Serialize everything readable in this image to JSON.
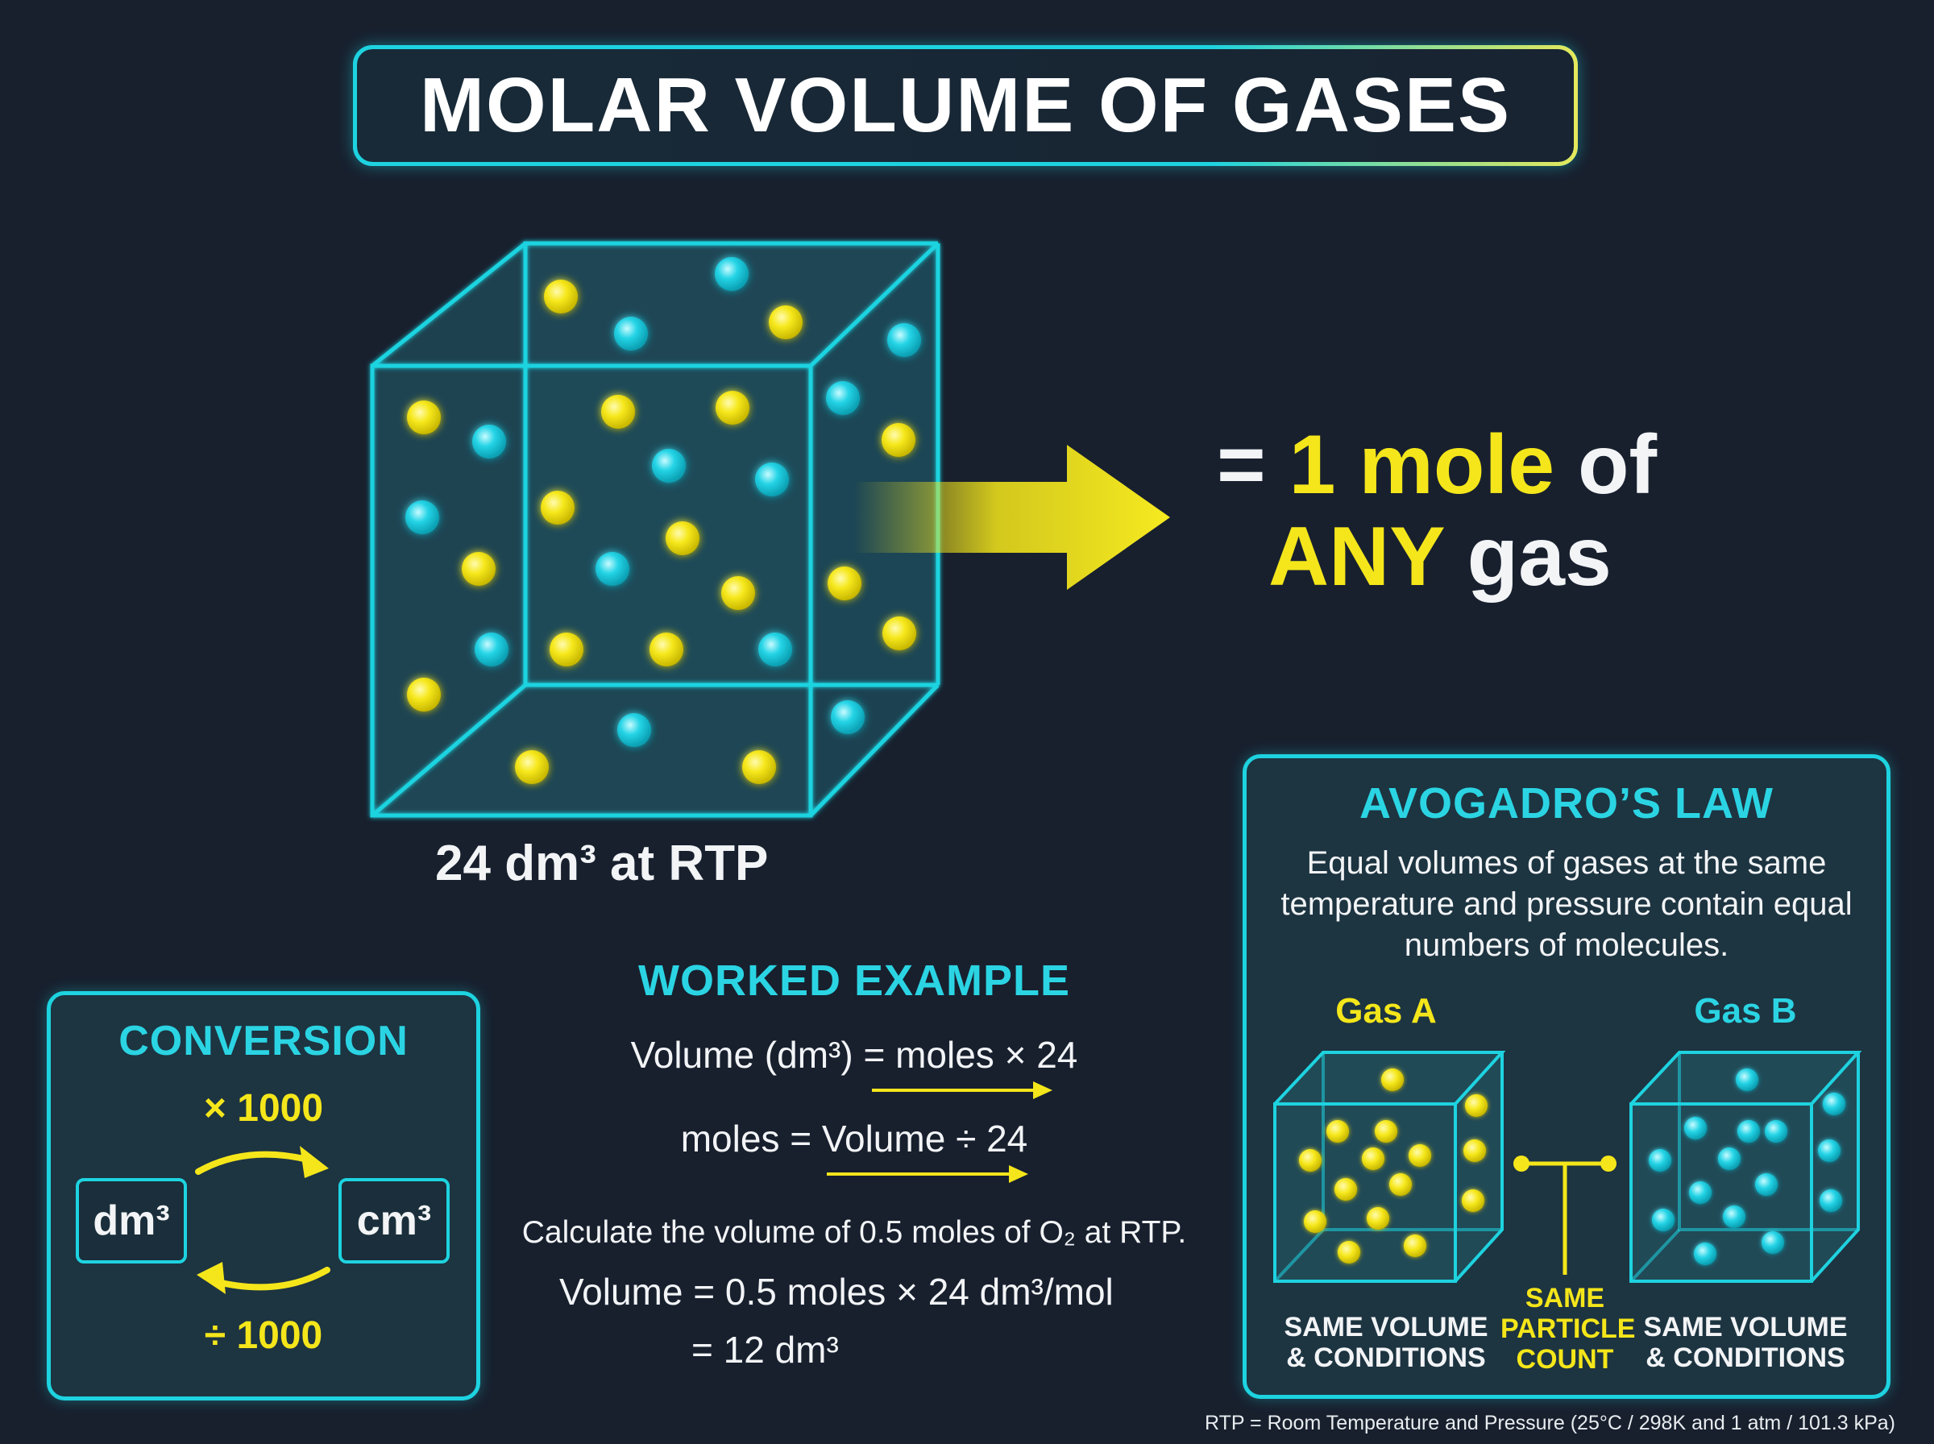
{
  "title": "MOLAR VOLUME OF GASES",
  "main": {
    "box_label": "24 dm³ at RTP",
    "result_equals": "=",
    "result_one_mole": "1 mole",
    "result_of": "of",
    "result_any": "ANY",
    "result_gas": "gas"
  },
  "conversion": {
    "heading": "CONVERSION",
    "multiply": "× 1000",
    "divide": "÷ 1000",
    "unit_left": "dm³",
    "unit_right": "cm³"
  },
  "worked_example": {
    "heading": "WORKED EXAMPLE",
    "formula_1": "Volume (dm³) = moles × 24",
    "formula_2": "moles = Volume ÷ 24",
    "question": "Calculate the volume of 0.5 moles of O₂ at RTP.",
    "step_1": "Volume = 0.5 moles × 24 dm³/mol",
    "step_2": "= 12 dm³"
  },
  "avogadro": {
    "heading": "AVOGADRO’S LAW",
    "statement_line_1": "Equal volumes of gases at the same",
    "statement_line_2": "temperature and pressure contain equal",
    "statement_line_3": "numbers of molecules.",
    "gas_a": "Gas A",
    "gas_b": "Gas B",
    "caption_left_1": "SAME VOLUME",
    "caption_left_2": "& CONDITIONS",
    "caption_mid_1": "SAME",
    "caption_mid_2": "PARTICLE",
    "caption_mid_3": "COUNT",
    "caption_right_1": "SAME VOLUME",
    "caption_right_2": "& CONDITIONS"
  },
  "footnote": "RTP = Room Temperature and Pressure (25°C / 298K and 1 atm / 101.3 kPa)",
  "colors": {
    "background": "#18202e",
    "cyan_accent": "#1ed3e0",
    "yellow_accent": "#f4e61a",
    "text": "#f2f4f6"
  }
}
